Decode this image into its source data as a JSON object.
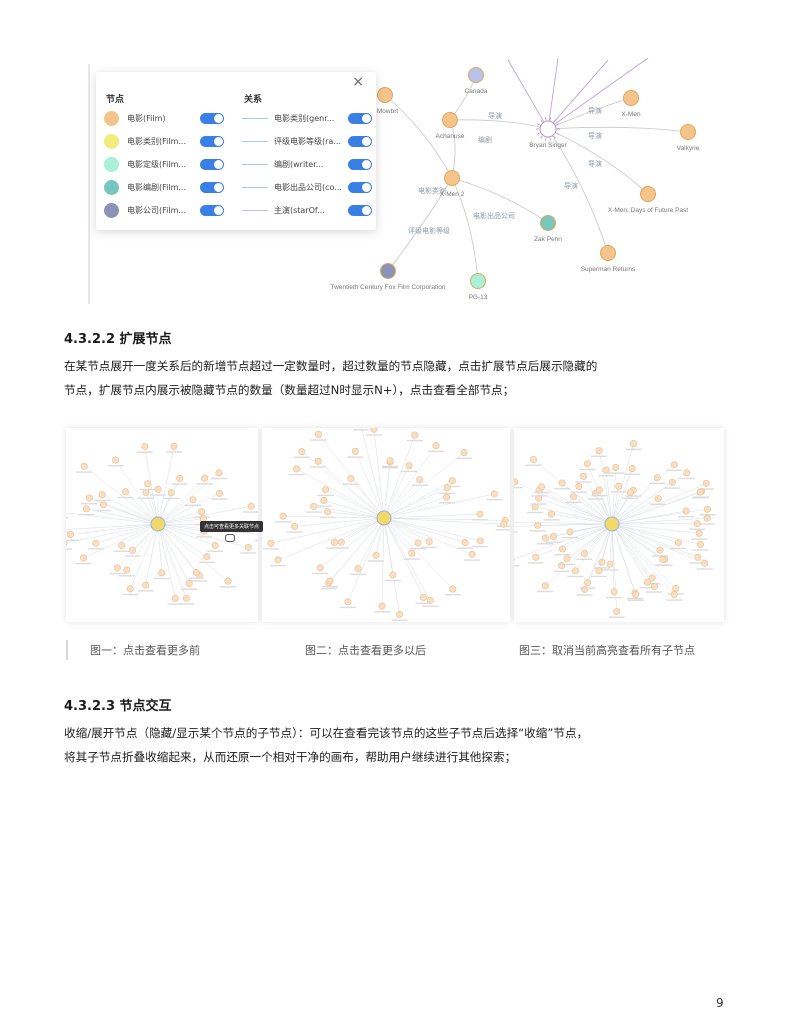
{
  "filter_panel": {
    "nodes_header": "节点",
    "relations_header": "关系",
    "close_label": "×",
    "node_types": [
      {
        "label": "电影(Film)",
        "color": "#f5c48a"
      },
      {
        "label": "电影类别(Film...",
        "color": "#f4ec7a"
      },
      {
        "label": "电影定级(Film...",
        "color": "#a8f0d8"
      },
      {
        "label": "电影编剧(Film...",
        "color": "#76c7bd"
      },
      {
        "label": "电影公司(Film...",
        "color": "#8b93b8"
      }
    ],
    "relation_types": [
      {
        "label": "电影类别(genr...",
        "color": "#a9c9e4"
      },
      {
        "label": "评级电影等级(ra...",
        "color": "#a9c9e4"
      },
      {
        "label": "编剧(writer...",
        "color": "#a9c9e4"
      },
      {
        "label": "电影出品公司(co...",
        "color": "#a9c9e4"
      },
      {
        "label": "主演(starOf...",
        "color": "#c9b6e6"
      }
    ]
  },
  "top_graph": {
    "nodes": [
      {
        "label": "Canada",
        "color": "#b9c3ea"
      },
      {
        "label": "k Mowbrt",
        "color": "#f5c48a"
      },
      {
        "label": "Achanuse",
        "color": "#f5c48a"
      },
      {
        "label": "Bryan Singer",
        "color": "#ffffff"
      },
      {
        "label": "X-Men",
        "color": "#f5c48a"
      },
      {
        "label": "Valkyrie",
        "color": "#f5c48a"
      },
      {
        "label": "X-Men: Days of Future Past",
        "color": "#f5c48a"
      },
      {
        "label": "X-Men 2",
        "color": "#f5c48a"
      },
      {
        "label": "Zak Penn",
        "color": "#76c7bd"
      },
      {
        "label": "Superman Returns",
        "color": "#f5c48a"
      },
      {
        "label": "Twentieth Century Fox Film Corporation",
        "color": "#8b93b8"
      },
      {
        "label": "PG-13",
        "color": "#a8f0d8"
      }
    ],
    "edge_labels": [
      "导演",
      "编剧",
      "导演",
      "导演",
      "导演",
      "导演",
      "电影类别",
      "电影出品公司",
      "评级电影等级"
    ]
  },
  "section_1": {
    "heading": "4.3.2.2 扩展节点",
    "para_lines": [
      "在某节点展开一度关系后的新增节点超过一定数量时，超过数量的节点隐藏，点击扩展节点后展示隐藏的",
      "节点，扩展节点内展示被隐藏节点的数量（数量超过N时显示N+），点击查看全部节点；"
    ]
  },
  "figures": {
    "tooltip": "点击可查看更多关联节点",
    "captions": [
      "图一：点击查看更多前",
      "图二：点击查看更多以后",
      "图三：取消当前高亮查看所有子节点"
    ]
  },
  "section_2": {
    "heading": "4.3.2.3 节点交互",
    "para_lines": [
      "收缩/展开节点（隐藏/显示某个节点的子节点）：可以在查看完该节点的这些子节点后选择“收缩”节点，",
      "将其子节点折叠收缩起来，从而还原一个相对干净的画布，帮助用户继续进行其他探索；"
    ]
  },
  "page_number": "9",
  "colors": {
    "toggle_on": "#3a7fe3",
    "film_node": "#f5c48a",
    "center_node": "#f3d86b"
  }
}
